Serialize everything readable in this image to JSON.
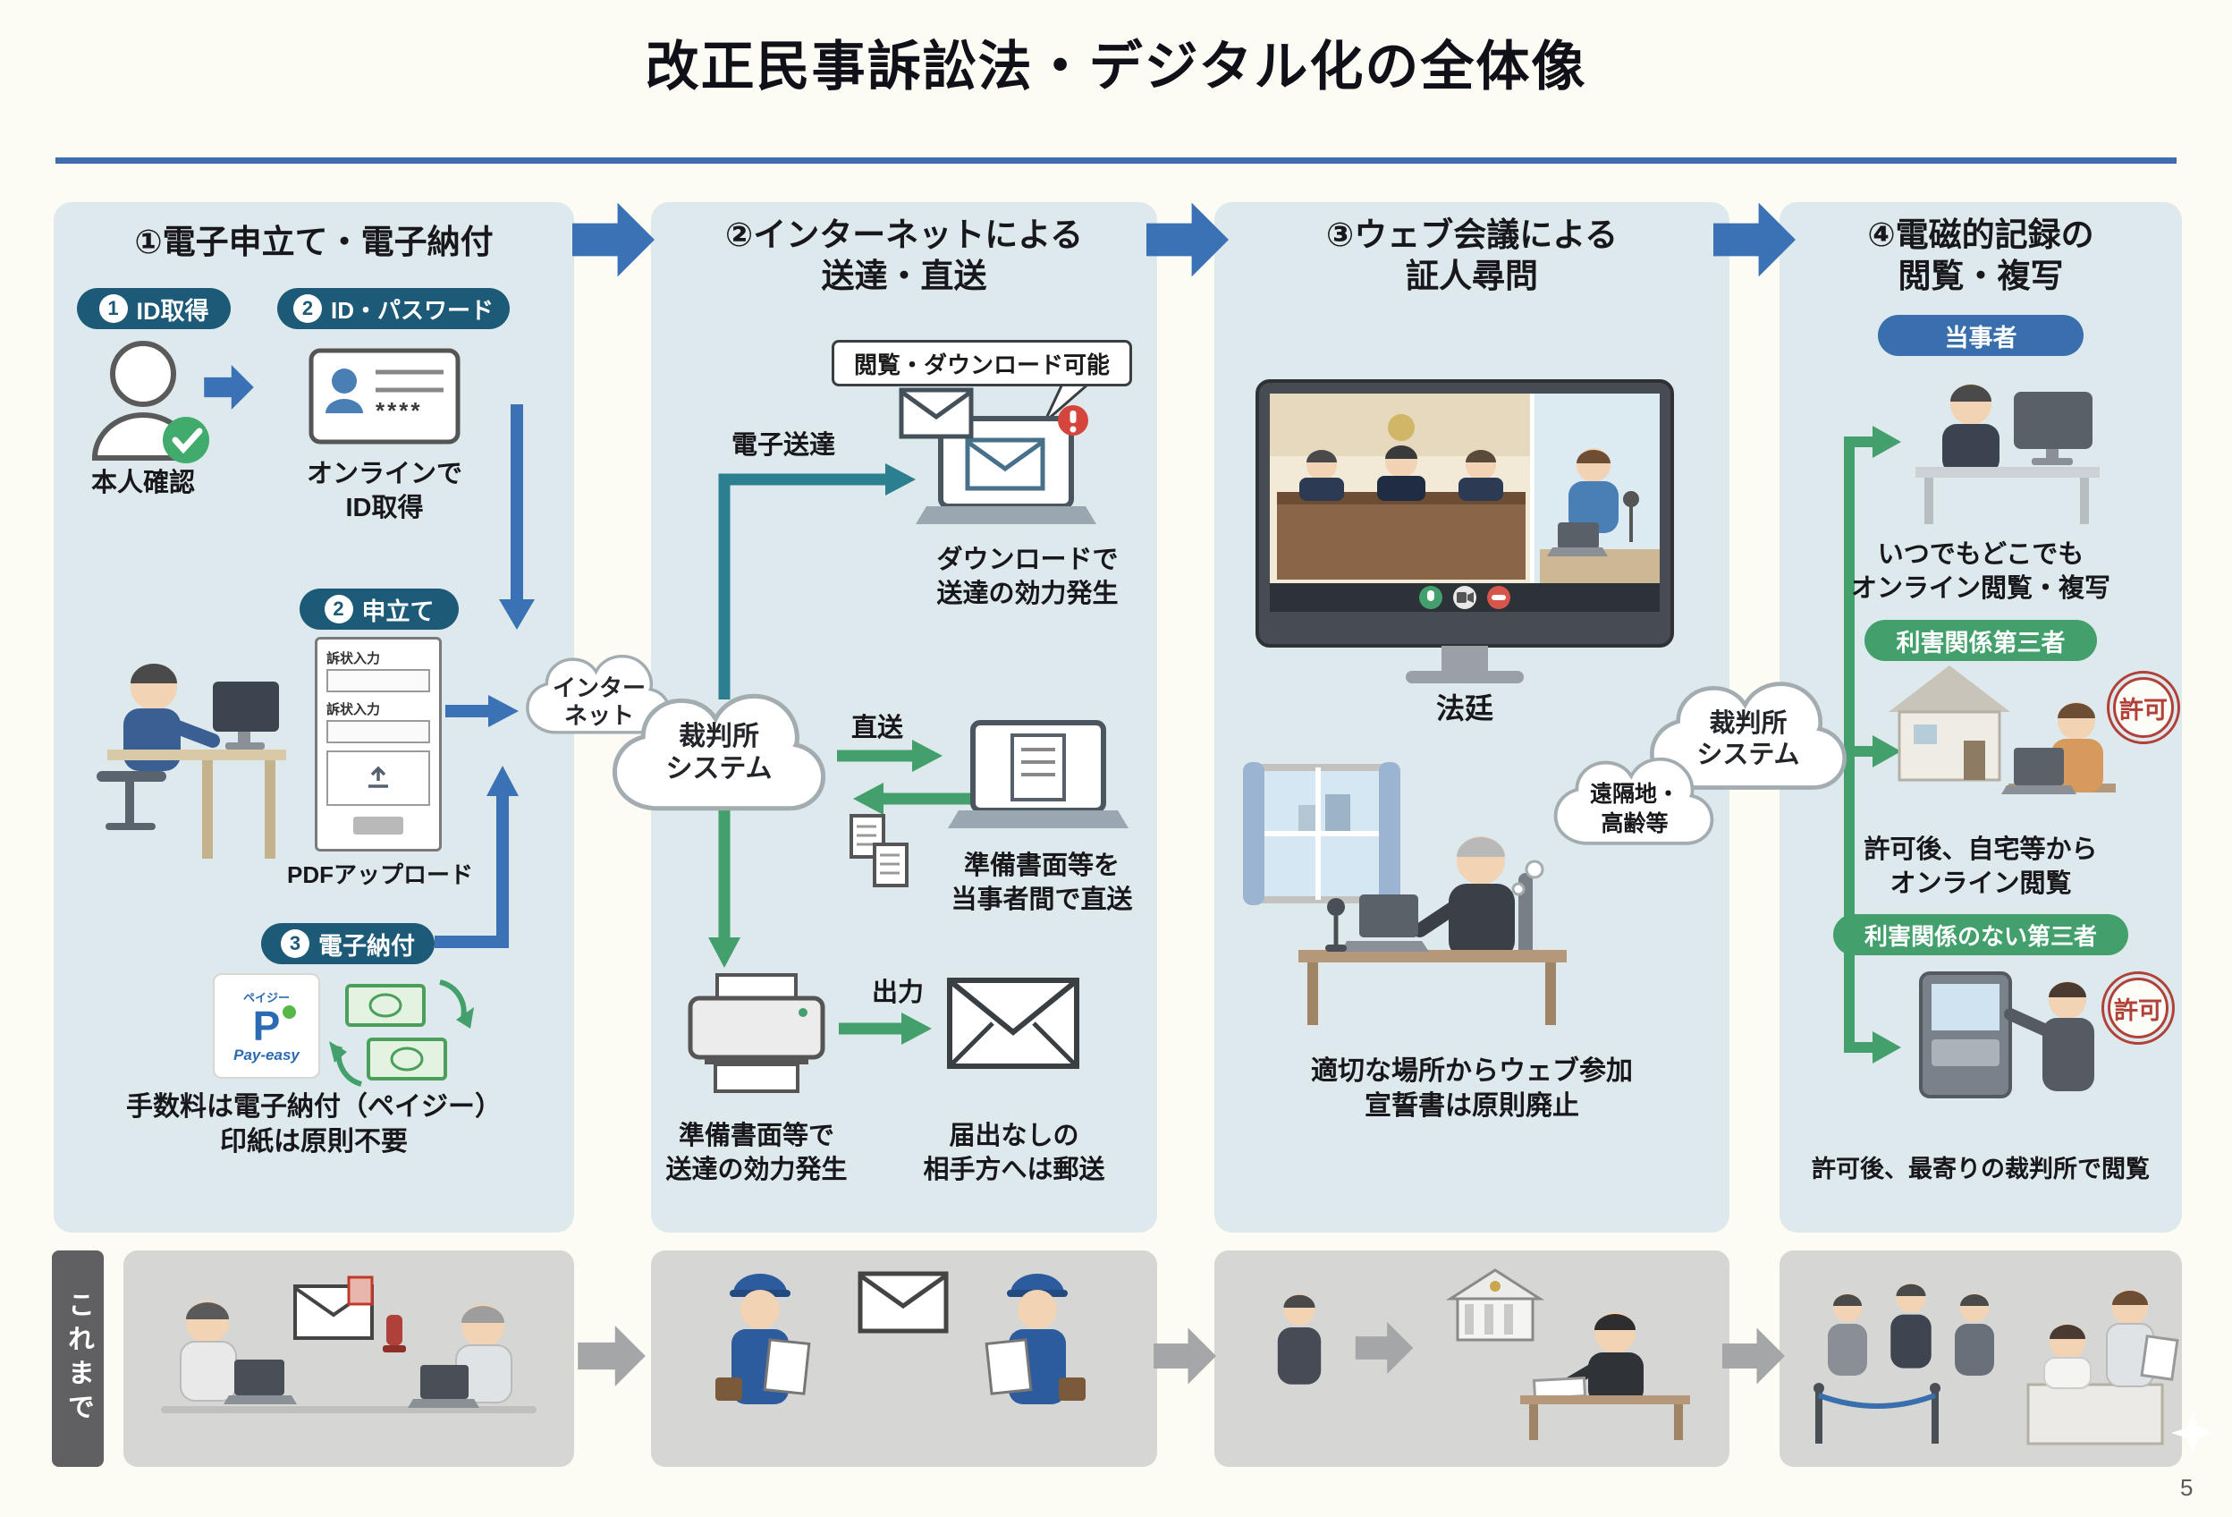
{
  "page": {
    "title": "改正民事訴訟法・デジタル化の全体像",
    "page_number": "5"
  },
  "colors": {
    "accent_blue": "#3a72b5",
    "badge_teal": "#1d5a78",
    "badge_blue": "#3a6fae",
    "badge_green": "#43a06c",
    "arrow_teal": "#2c7f8e",
    "arrow_green": "#43a06c",
    "stamp_red": "#b04038"
  },
  "clouds": {
    "internet": "インター\nネット",
    "court_left": "裁判所\nシステム",
    "court_right": "裁判所\nシステム"
  },
  "panel1": {
    "title": "①電子申立て・電子納付",
    "badge_id": {
      "num": "1",
      "label": "ID取得"
    },
    "badge_idpw": {
      "num": "2",
      "label": "ID・パスワード"
    },
    "honnin": "本人確認",
    "online_id": "オンラインで\nID取得",
    "card_stars": "****",
    "badge_moshitate": {
      "num": "2",
      "label": "申立て"
    },
    "form": {
      "label1": "訴状入力",
      "label2": "訴状入力"
    },
    "pdf_upload": "PDFアップロード",
    "badge_nofu": {
      "num": "3",
      "label": "電子納付"
    },
    "payeasy": {
      "kana": "ペイジー",
      "letter": "P",
      "name": "Pay-easy"
    },
    "note": "手数料は電子納付（ペイジー）\n印紙は原則不要"
  },
  "panel2": {
    "title": "②インターネットによる\n送達・直送",
    "callout": "閲覧・ダウンロード可能",
    "denshi_sotatsu": "電子送達",
    "download_caption": "ダウンロードで\n送達の効力発生",
    "chokuso": "直送",
    "junbi_caption": "準備書面等を\n当事者間で直送",
    "shutsuryoku": "出力",
    "print_caption": "準備書面等で\n送達の効力発生",
    "mail_caption": "届出なしの\n相手方へは郵送"
  },
  "panel3": {
    "title": "③ウェブ会議による\n証人尋問",
    "hotei": "法廷",
    "thought": "遠隔地・\n高齢等",
    "caption": "適切な場所からウェブ参加\n宣誓書は原則廃止"
  },
  "panel4": {
    "title": "④電磁的記録の\n閲覧・複写",
    "badge_tojisha": "当事者",
    "tojisha_caption": "いつでもどこでも\nオンライン閲覧・複写",
    "badge_rigai": "利害関係第三者",
    "kyoka1": "許可",
    "rigai_caption": "許可後、自宅等から\nオンライン閲覧",
    "badge_rigai_nai": "利害関係のない第三者",
    "kyoka2": "許可",
    "rigai_nai_caption": "許可後、最寄りの裁判所で閲覧"
  },
  "bottom": {
    "label": "これまで"
  }
}
